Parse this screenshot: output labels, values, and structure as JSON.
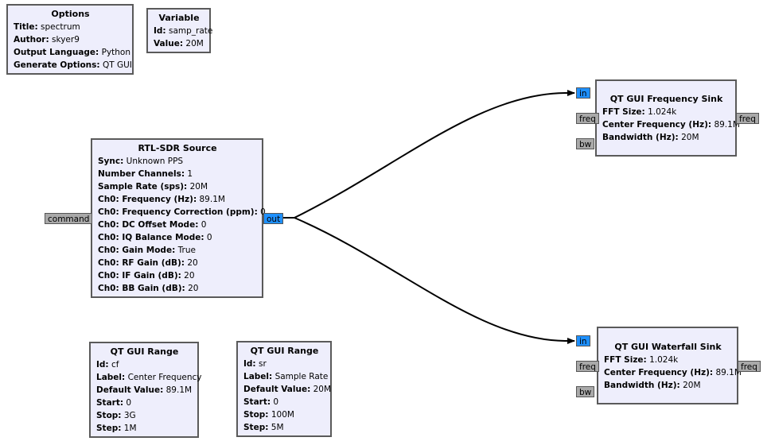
{
  "blocks": {
    "options": {
      "title": "Options",
      "params": [
        {
          "k": "Title:",
          "v": "spectrum"
        },
        {
          "k": "Author:",
          "v": "skyer9"
        },
        {
          "k": "Output Language:",
          "v": "Python"
        },
        {
          "k": "Generate Options:",
          "v": "QT GUI"
        }
      ]
    },
    "variable": {
      "title": "Variable",
      "params": [
        {
          "k": "Id:",
          "v": "samp_rate"
        },
        {
          "k": "Value:",
          "v": "20M"
        }
      ]
    },
    "rtlsdr": {
      "title": "RTL-SDR Source",
      "params": [
        {
          "k": "Sync:",
          "v": "Unknown PPS"
        },
        {
          "k": "Number Channels:",
          "v": "1"
        },
        {
          "k": "Sample Rate (sps):",
          "v": "20M"
        },
        {
          "k": "Ch0: Frequency (Hz):",
          "v": "89.1M"
        },
        {
          "k": "Ch0: Frequency Correction (ppm):",
          "v": "0"
        },
        {
          "k": "Ch0: DC Offset Mode:",
          "v": "0"
        },
        {
          "k": "Ch0: IQ Balance Mode:",
          "v": "0"
        },
        {
          "k": "Ch0: Gain Mode:",
          "v": "True"
        },
        {
          "k": "Ch0: RF Gain (dB):",
          "v": "20"
        },
        {
          "k": "Ch0: IF Gain (dB):",
          "v": "20"
        },
        {
          "k": "Ch0: BB Gain (dB):",
          "v": "20"
        }
      ],
      "ports": {
        "command": "command",
        "out": "out"
      }
    },
    "freqsink": {
      "title": "QT GUI Frequency Sink",
      "params": [
        {
          "k": "FFT Size:",
          "v": "1.024k"
        },
        {
          "k": "Center Frequency (Hz):",
          "v": "89.1M"
        },
        {
          "k": "Bandwidth (Hz):",
          "v": "20M"
        }
      ],
      "ports": {
        "in": "in",
        "freq_in": "freq",
        "bw": "bw",
        "freq_out": "freq"
      }
    },
    "waterfall": {
      "title": "QT GUI Waterfall Sink",
      "params": [
        {
          "k": "FFT Size:",
          "v": "1.024k"
        },
        {
          "k": "Center Frequency (Hz):",
          "v": "89.1M"
        },
        {
          "k": "Bandwidth (Hz):",
          "v": "20M"
        }
      ],
      "ports": {
        "in": "in",
        "freq_in": "freq",
        "bw": "bw",
        "freq_out": "freq"
      }
    },
    "range_cf": {
      "title": "QT GUI Range",
      "params": [
        {
          "k": "Id:",
          "v": "cf"
        },
        {
          "k": "Label:",
          "v": "Center Frequency"
        },
        {
          "k": "Default Value:",
          "v": "89.1M"
        },
        {
          "k": "Start:",
          "v": "0"
        },
        {
          "k": "Stop:",
          "v": "3G"
        },
        {
          "k": "Step:",
          "v": "1M"
        }
      ]
    },
    "range_sr": {
      "title": "QT GUI Range",
      "params": [
        {
          "k": "Id:",
          "v": "sr"
        },
        {
          "k": "Label:",
          "v": "Sample Rate"
        },
        {
          "k": "Default Value:",
          "v": "20M"
        },
        {
          "k": "Start:",
          "v": "0"
        },
        {
          "k": "Stop:",
          "v": "100M"
        },
        {
          "k": "Step:",
          "v": "5M"
        }
      ]
    }
  },
  "colors": {
    "block_bg": "#eeeefc",
    "port_stream": "#1e90ff",
    "port_msg": "#a9a9a9"
  }
}
